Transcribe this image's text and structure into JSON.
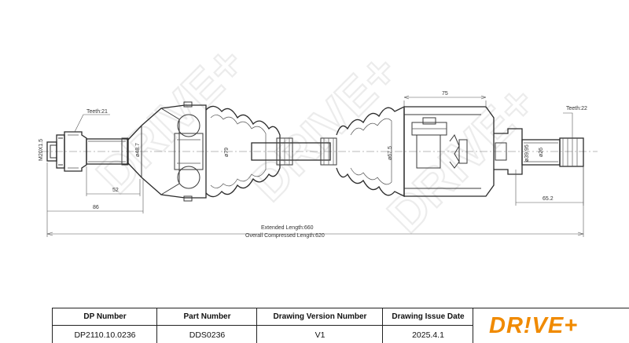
{
  "watermark": {
    "text": "DRIVE+"
  },
  "drawing": {
    "left_teeth_label": "Teeth:21",
    "right_teeth_label": "Teeth:22",
    "thread_label": "M20X1.5",
    "dims": {
      "d48_7": "ø48.7",
      "d79": "ø79",
      "d67_5": "ø67.5",
      "d39_95": "ø39.95",
      "d26": "ø26",
      "len75": "75",
      "len52": "52",
      "len86": "86",
      "len65_2": "65.2",
      "extended": "Extended  Length:660",
      "compressed": "Overall  Compressed  Length:620"
    }
  },
  "title_block": {
    "headers": [
      "DP Number",
      "Part Number",
      "Drawing Version Number",
      "Drawing Issue Date"
    ],
    "values": [
      "DP2110.10.0236",
      "DDS0236",
      "V1",
      "2025.4.1"
    ]
  },
  "logo": {
    "text": "DR!VE+",
    "color": "#f08a00"
  }
}
